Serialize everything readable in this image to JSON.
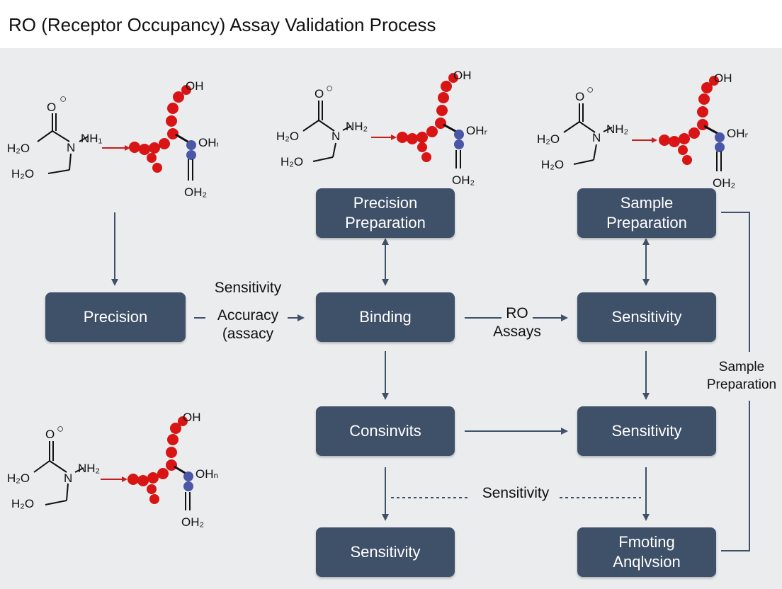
{
  "title": "RO (Receptor Occupancy) Assay Validation Process",
  "nodes": {
    "precision": "Precision",
    "precision_preparation": "Precision\nPreparation",
    "binding": "Binding",
    "consinvits": "Consinvits",
    "sensitivity_mid_bottom": "Sensitivity",
    "sample_preparation": "Sample\nPreparation",
    "sensitivity_right_upper": "Sensitivity",
    "sensitivity_right_middle": "Sensitivity",
    "fmoting_anqlvsion": "Fmoting\nAnqlvsion"
  },
  "labels": {
    "sensitivity_top": "Sensitivity",
    "accuracy_assacy": "Accuracy\n(assacy",
    "ro_assays": "RO\nAssays",
    "sample_preparation_side": "Sample\nPreparation",
    "sensitivity_dashed": "Sensitivity"
  },
  "molecule": {
    "o_top": "O",
    "o_top_sup": "○",
    "nh_label": "N",
    "nh2": "NH₂",
    "nh1": "NH₁",
    "h2o_a": "H₂O",
    "h2o_b": "H₂O",
    "oh": "OH",
    "oh_n": "OHₙ",
    "oh2": "OH₂"
  },
  "colors": {
    "node_fill": "#3f5069",
    "arrow": "#3f5069",
    "atom_red": "#d91414",
    "atom_blue": "#4a56a6",
    "small_arrow": "#c81e1e"
  }
}
